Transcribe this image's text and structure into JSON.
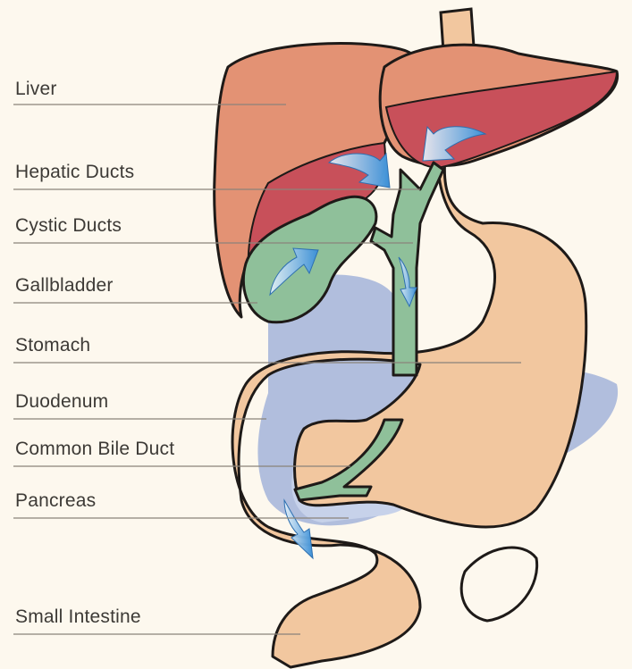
{
  "colors": {
    "background": "#fdf8ee",
    "liver_light": "#e39274",
    "liver_dark": "#c8505a",
    "ducts_gallbladder": "#8fc09a",
    "stomach_intestine": "#f2c79f",
    "shadow": "#b1bedd",
    "pancreas": "#c7d2ea",
    "arrow": "#4a9ad8",
    "leader_line": "#8a837a",
    "outline": "#1e1a18"
  },
  "labels": {
    "liver": "Liver",
    "hepatic_ducts": "Hepatic Ducts",
    "cystic_ducts": "Cystic Ducts",
    "gallbladder": "Gallbladder",
    "stomach": "Stomach",
    "duodenum": "Duodenum",
    "common_bile_duct": "Common Bile Duct",
    "pancreas": "Pancreas",
    "small_intestine": "Small Intestine"
  }
}
